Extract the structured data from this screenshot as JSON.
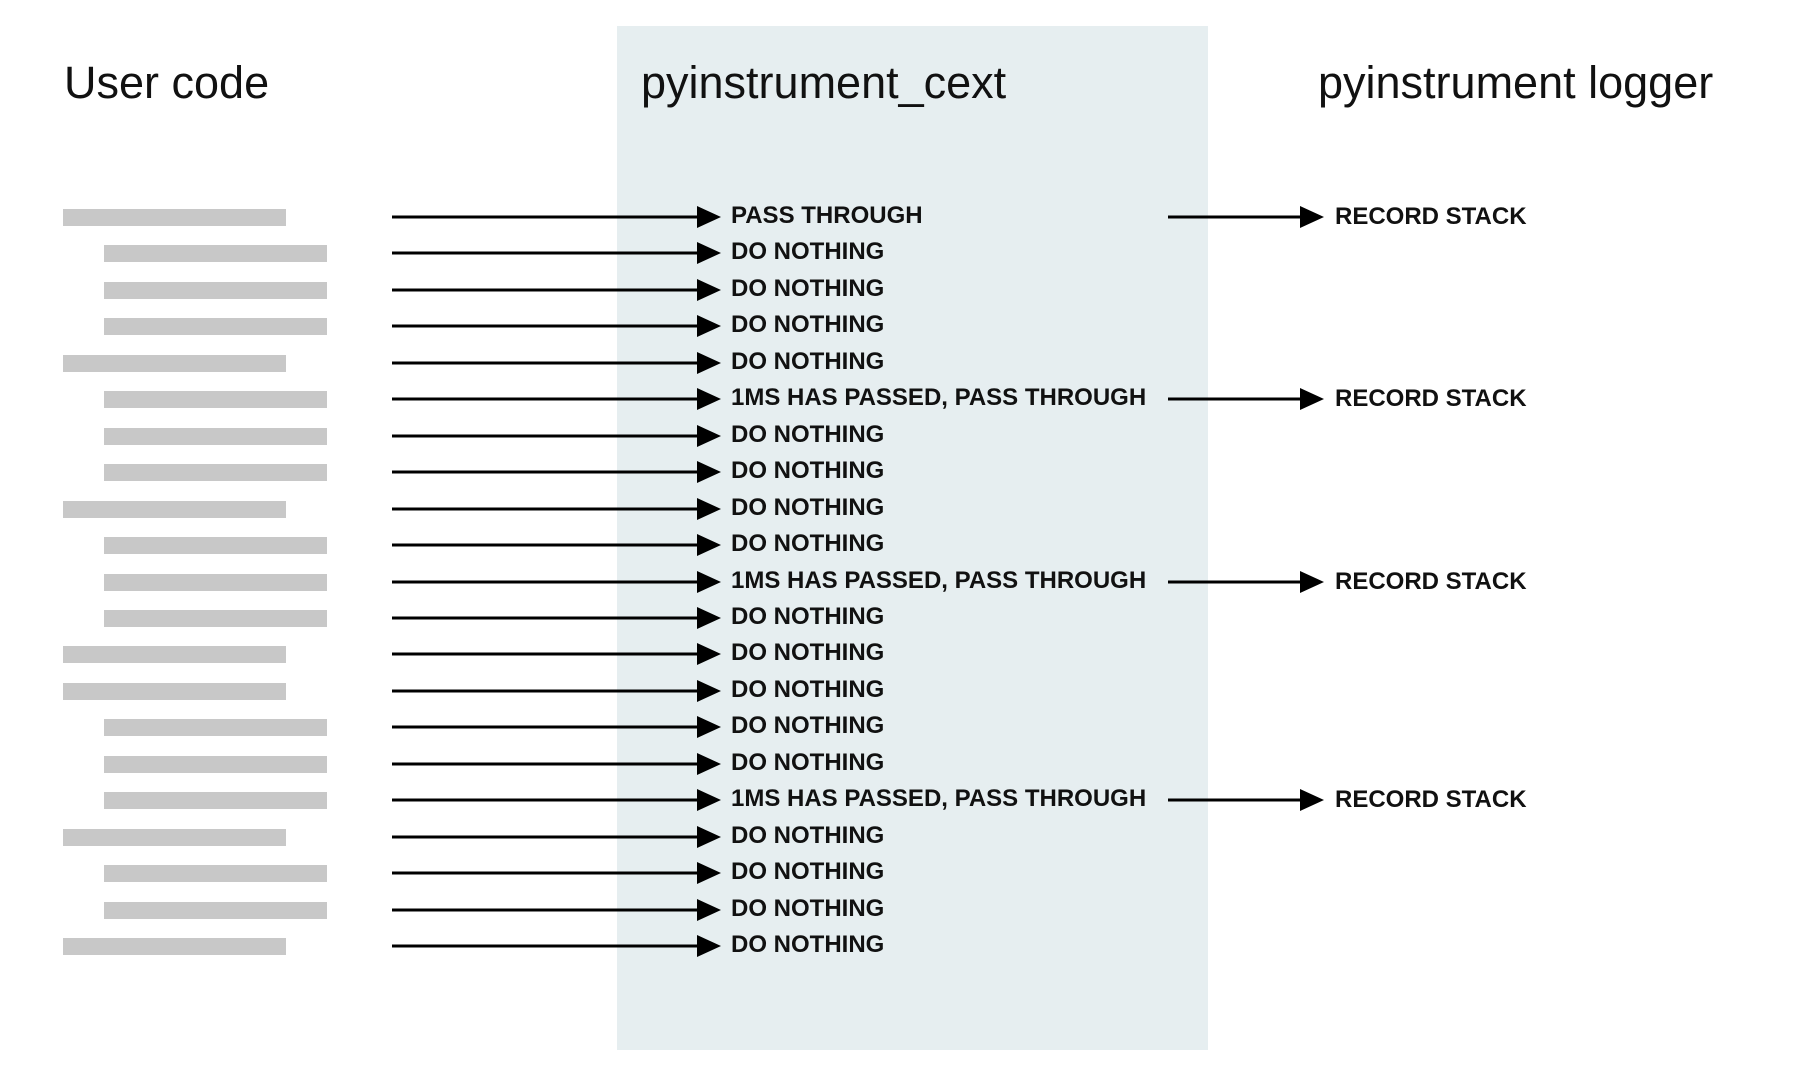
{
  "colors": {
    "panel_background": "#e6eef0",
    "code_bar": "#c8c8c8",
    "arrow": "#000000",
    "text": "#111111"
  },
  "columns": {
    "user_code": "User code",
    "cext": "pyinstrument_cext",
    "logger": "pyinstrument logger"
  },
  "rows": [
    {
      "indented": false,
      "action": "PASS THROUGH",
      "logger_action": "RECORD STACK"
    },
    {
      "indented": true,
      "action": "DO NOTHING",
      "logger_action": ""
    },
    {
      "indented": true,
      "action": "DO NOTHING",
      "logger_action": ""
    },
    {
      "indented": true,
      "action": "DO NOTHING",
      "logger_action": ""
    },
    {
      "indented": false,
      "action": "DO NOTHING",
      "logger_action": ""
    },
    {
      "indented": true,
      "action": "1MS HAS PASSED, PASS THROUGH",
      "logger_action": "RECORD STACK"
    },
    {
      "indented": true,
      "action": "DO NOTHING",
      "logger_action": ""
    },
    {
      "indented": true,
      "action": "DO NOTHING",
      "logger_action": ""
    },
    {
      "indented": false,
      "action": "DO NOTHING",
      "logger_action": ""
    },
    {
      "indented": true,
      "action": "DO NOTHING",
      "logger_action": ""
    },
    {
      "indented": true,
      "action": "1MS HAS PASSED, PASS THROUGH",
      "logger_action": "RECORD STACK"
    },
    {
      "indented": true,
      "action": "DO NOTHING",
      "logger_action": ""
    },
    {
      "indented": false,
      "action": "DO NOTHING",
      "logger_action": ""
    },
    {
      "indented": false,
      "action": "DO NOTHING",
      "logger_action": ""
    },
    {
      "indented": true,
      "action": "DO NOTHING",
      "logger_action": ""
    },
    {
      "indented": true,
      "action": "DO NOTHING",
      "logger_action": ""
    },
    {
      "indented": true,
      "action": "1MS HAS PASSED, PASS THROUGH",
      "logger_action": "RECORD STACK"
    },
    {
      "indented": false,
      "action": "DO NOTHING",
      "logger_action": ""
    },
    {
      "indented": true,
      "action": "DO NOTHING",
      "logger_action": ""
    },
    {
      "indented": true,
      "action": "DO NOTHING",
      "logger_action": ""
    },
    {
      "indented": false,
      "action": "DO NOTHING",
      "logger_action": ""
    }
  ]
}
